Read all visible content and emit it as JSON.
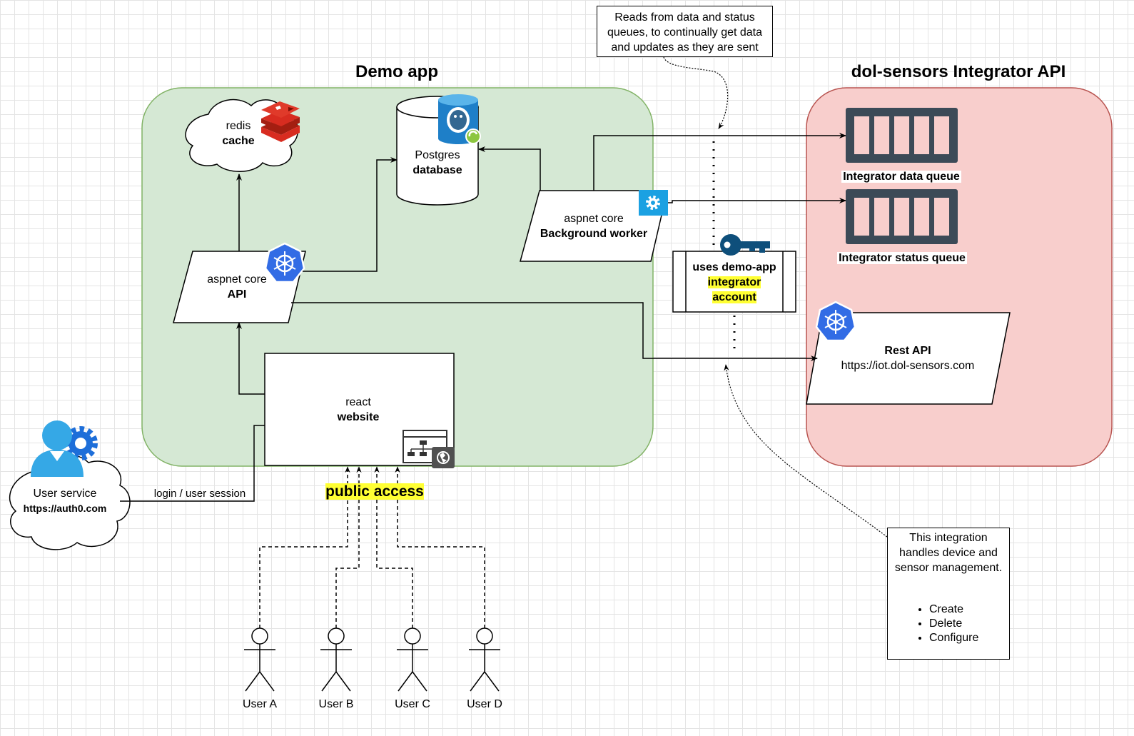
{
  "titles": {
    "demo_app": "Demo app",
    "integrator_api": "dol-sensors Integrator API"
  },
  "nodes": {
    "redis_line1": "redis",
    "redis_line2": "cache",
    "postgres_line1": "Postgres",
    "postgres_line2": "database",
    "api_line1": "aspnet core",
    "api_line2": "API",
    "worker_line1": "aspnet core",
    "worker_line2": "Background worker",
    "website_line1": "react",
    "website_line2": "website",
    "user_service_line1": "User service",
    "user_service_line2": "https://auth0.com",
    "account_line1": "uses demo-app",
    "account_line2": "integrator",
    "account_line3": "account",
    "data_queue": "Integrator data queue",
    "status_queue": "Integrator status queue",
    "rest_api_line1": "Rest API",
    "rest_api_line2": "https://iot.dol-sensors.com"
  },
  "edges": {
    "login_label": "login / user session",
    "public_access": "public access"
  },
  "notes": {
    "reads_note": [
      "Reads from data and status",
      "queues, to continually get data",
      "and updates as they are sent"
    ],
    "integration_note": [
      "This integration",
      "handles device and",
      "sensor management."
    ],
    "integration_items": [
      "Create",
      "Delete",
      "Configure"
    ]
  },
  "users": [
    "User A",
    "User B",
    "User C",
    "User D"
  ],
  "colors": {
    "demo_fill": "#d5e8d4",
    "demo_stroke": "#82b366",
    "api_fill": "#f8cecc",
    "api_stroke": "#b85450",
    "queue": "#3c4a57",
    "kubernetes": "#326ce5",
    "highlight": "#ffff33"
  }
}
